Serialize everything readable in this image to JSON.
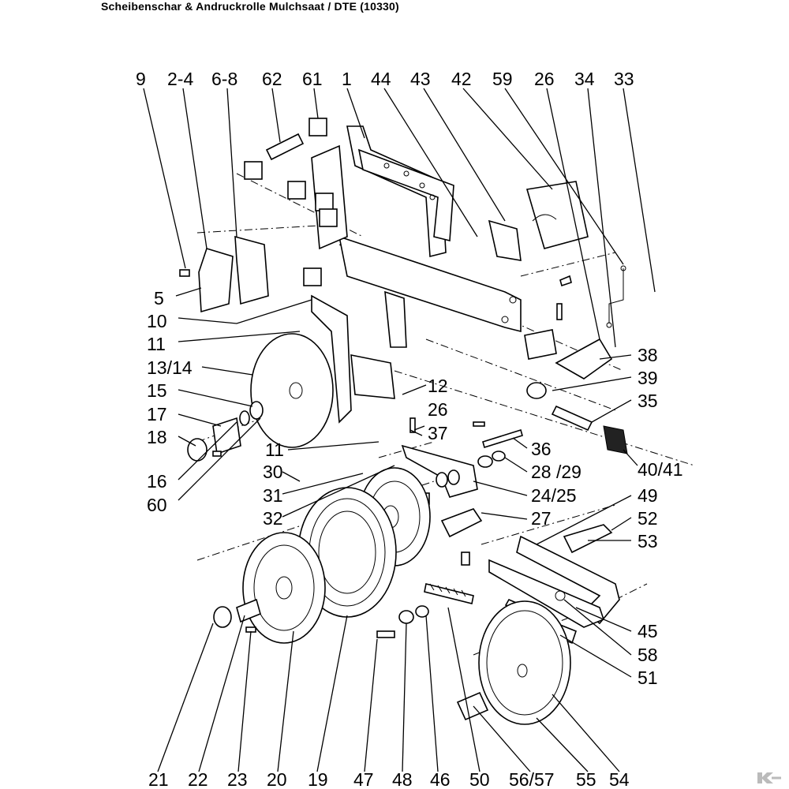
{
  "title": "Scheibenschar & Andruckrolle Mulchsaat / DTE (10330)",
  "labels": {
    "n9": "9",
    "n2_4": "2-4",
    "n6_8": "6-8",
    "n62": "62",
    "n61": "61",
    "n1": "1",
    "n44": "44",
    "n43": "43",
    "n42": "42",
    "n59": "59",
    "n26a": "26",
    "n34": "34",
    "n33": "33",
    "n5": "5",
    "n10": "10",
    "n11a": "11",
    "n13_14": "13/14",
    "n15": "15",
    "n17": "17",
    "n18": "18",
    "n16": "16",
    "n60": "60",
    "n12": "12",
    "n26b": "26",
    "n37": "37",
    "n11b": "11",
    "n30": "30",
    "n31": "31",
    "n32": "32",
    "n38": "38",
    "n39": "39",
    "n35": "35",
    "n36": "36",
    "n40_41": "40/41",
    "n28_29": "28 /29",
    "n24_25": "24/25",
    "n27": "27",
    "n49": "49",
    "n52": "52",
    "n53": "53",
    "n45": "45",
    "n58": "58",
    "n51": "51",
    "n21": "21",
    "n22": "22",
    "n23": "23",
    "n20": "20",
    "n19": "19",
    "n47": "47",
    "n48": "48",
    "n46": "46",
    "n50": "50",
    "n56_57": "56/57",
    "n55": "55",
    "n54": "54"
  },
  "logo": {
    "icon": "brand-logo-icon",
    "color": "#bbbbbb"
  }
}
